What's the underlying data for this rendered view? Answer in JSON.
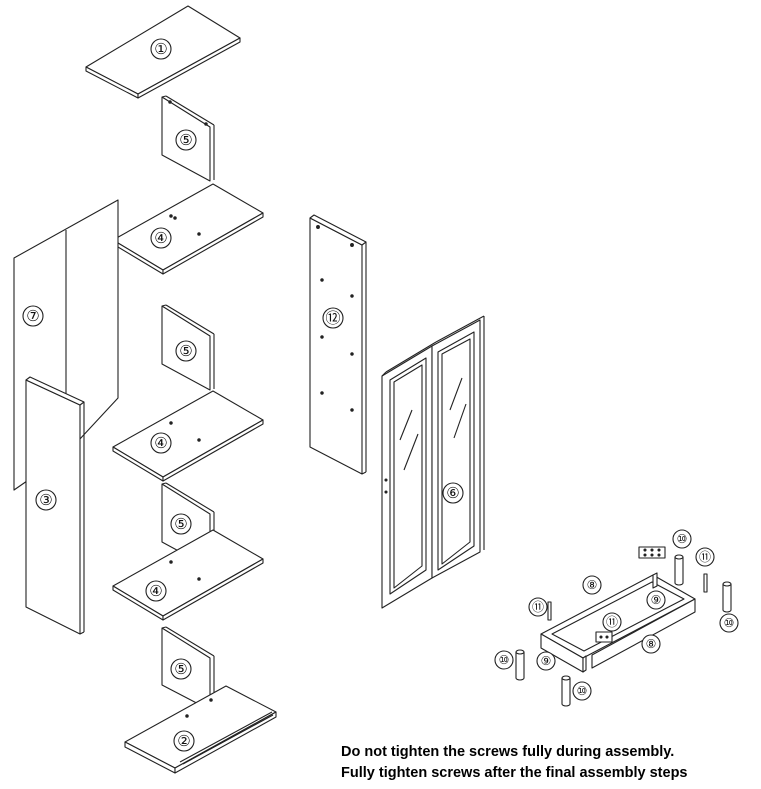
{
  "parts": {
    "p1": "①",
    "p2": "②",
    "p3": "③",
    "p4": "④",
    "p5": "⑤",
    "p6": "⑥",
    "p7": "⑦",
    "p8": "⑧",
    "p9": "⑨",
    "p10": "⑩",
    "p11": "⑪",
    "p12": "⑫"
  },
  "notes": {
    "line1": "Do not tighten the screws fully during assembly.",
    "line2": "Fully tighten screws after the final assembly steps"
  }
}
